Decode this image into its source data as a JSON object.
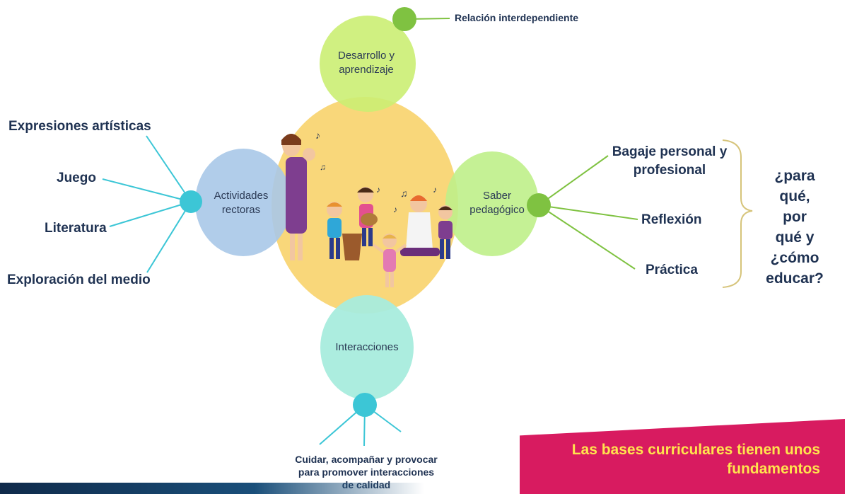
{
  "diagram": {
    "top_note": "Relación interdependiente",
    "nodes": {
      "desarrollo": "Desarrollo y\naprendizaje",
      "actividades": "Actividades\nrectoras",
      "saber": "Saber\npedagógico",
      "interacciones": "Interacciones"
    },
    "left_items": [
      "Expresiones artísticas",
      "Juego",
      "Literatura",
      "Exploración del medio"
    ],
    "right_items": [
      "Bagaje personal y\nprofesional",
      "Reflexión",
      "Práctica"
    ],
    "question": "¿para qué, por\nqué y\n¿cómo\neducar?",
    "bottom_text": "Cuidar, acompañar y provocar\npara promover interacciones\nde calidad"
  },
  "banner": {
    "text": "Las bases curriculares tienen unos fundamentos"
  },
  "colors": {
    "center": "#f9d77a",
    "desarrollo": "#cbee73",
    "actividades": "#a9c8e8",
    "saber": "#bff08a",
    "interacciones": "#a8ecdd",
    "cyan_dot": "#3cc6d6",
    "green_dot": "#7fc241",
    "banner": "#d81b60",
    "banner_text": "#ffe44d"
  }
}
